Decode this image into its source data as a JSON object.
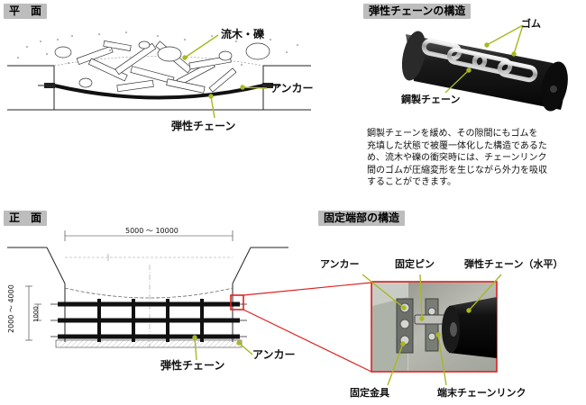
{
  "sections": {
    "plan": "平　面",
    "elevation": "正　面",
    "chain_structure": "弾性チェーンの構造",
    "anchor_structure": "固定端部の構造"
  },
  "plan_labels": {
    "debris": "流木・礫",
    "anchor": "アンカー",
    "chain": "弾性チェーン"
  },
  "chain_structure_labels": {
    "rubber": "ゴム",
    "steel_chain": "鋼製チェーン"
  },
  "description": [
    "鋼製チェーンを緩め、その隙間にもゴムを",
    "充填した状態で被覆一体化した構造であるた",
    "め、流木や礫の衝突時には、チェーンリンク",
    "間のゴムが圧縮変形を生じながら外力を吸収",
    "することができます。"
  ],
  "elevation_labels": {
    "span": "5000 ～ 10000",
    "height": "2000 ～ 4000",
    "spacing": "1000",
    "chain": "弾性チェーン",
    "anchor": "アンカー"
  },
  "anchor_structure_labels": {
    "anchor": "アンカー",
    "fixed_pin": "固定ピン",
    "chain_horizontal": "弾性チェーン（水平）",
    "fixed_bracket": "固定金具",
    "end_link": "端末チェーンリンク"
  },
  "colors": {
    "tag_bg": "#bdbdbd",
    "leader_green": "#a8b820",
    "callout_red": "#e02020",
    "chain_black": "#111111"
  }
}
